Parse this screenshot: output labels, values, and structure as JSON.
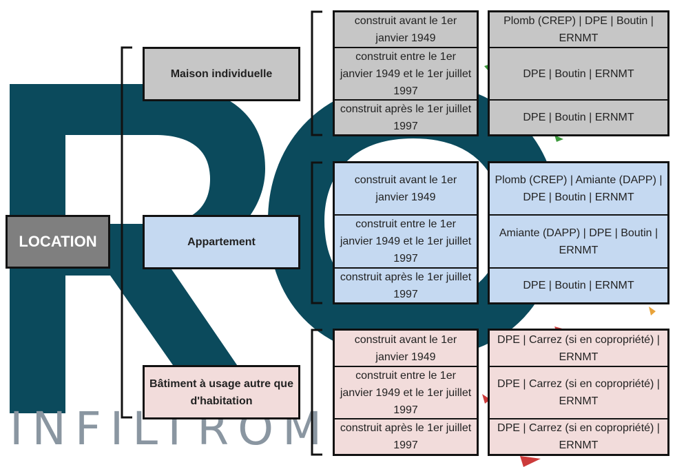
{
  "root": {
    "label": "LOCATION"
  },
  "watermark": {
    "text": "INFILTROMÉ"
  },
  "colors": {
    "root": "#7f7f7f",
    "maison": "#c6c6c6",
    "appartement": "#c5d9f1",
    "batiment": "#f2dcdb",
    "watermark": "#0b4a5c"
  },
  "groups": [
    {
      "label": "Maison individuelle",
      "rows": [
        {
          "period": "construit avant le 1er janvier 1949",
          "diagnostics": "Plomb (CREP) | DPE | Boutin | ERNMT"
        },
        {
          "period": "construit entre le 1er janvier 1949 et le 1er juillet 1997",
          "diagnostics": "DPE | Boutin | ERNMT"
        },
        {
          "period": "construit après le 1er juillet 1997",
          "diagnostics": "DPE | Boutin | ERNMT"
        }
      ]
    },
    {
      "label": "Appartement",
      "rows": [
        {
          "period": "construit avant le 1er janvier 1949",
          "diagnostics": "Plomb (CREP) | Amiante (DAPP) | DPE | Boutin | ERNMT"
        },
        {
          "period": "construit entre le 1er janvier 1949 et le 1er juillet 1997",
          "diagnostics": "Amiante (DAPP) | DPE | Boutin | ERNMT"
        },
        {
          "period": "construit après le 1er juillet 1997",
          "diagnostics": "DPE | Boutin | ERNMT"
        }
      ]
    },
    {
      "label": "Bâtiment à usage autre que d'habitation",
      "rows": [
        {
          "period": "construit avant le 1er janvier 1949",
          "diagnostics": "DPE | Carrez (si en copropriété) | ERNMT"
        },
        {
          "period": "construit entre le 1er janvier 1949 et le 1er juillet 1997",
          "diagnostics": "DPE | Carrez (si en copropriété) | ERNMT"
        },
        {
          "period": "construit après le 1er juillet 1997",
          "diagnostics": "DPE | Carrez (si en copropriété) | ERNMT"
        }
      ]
    }
  ]
}
